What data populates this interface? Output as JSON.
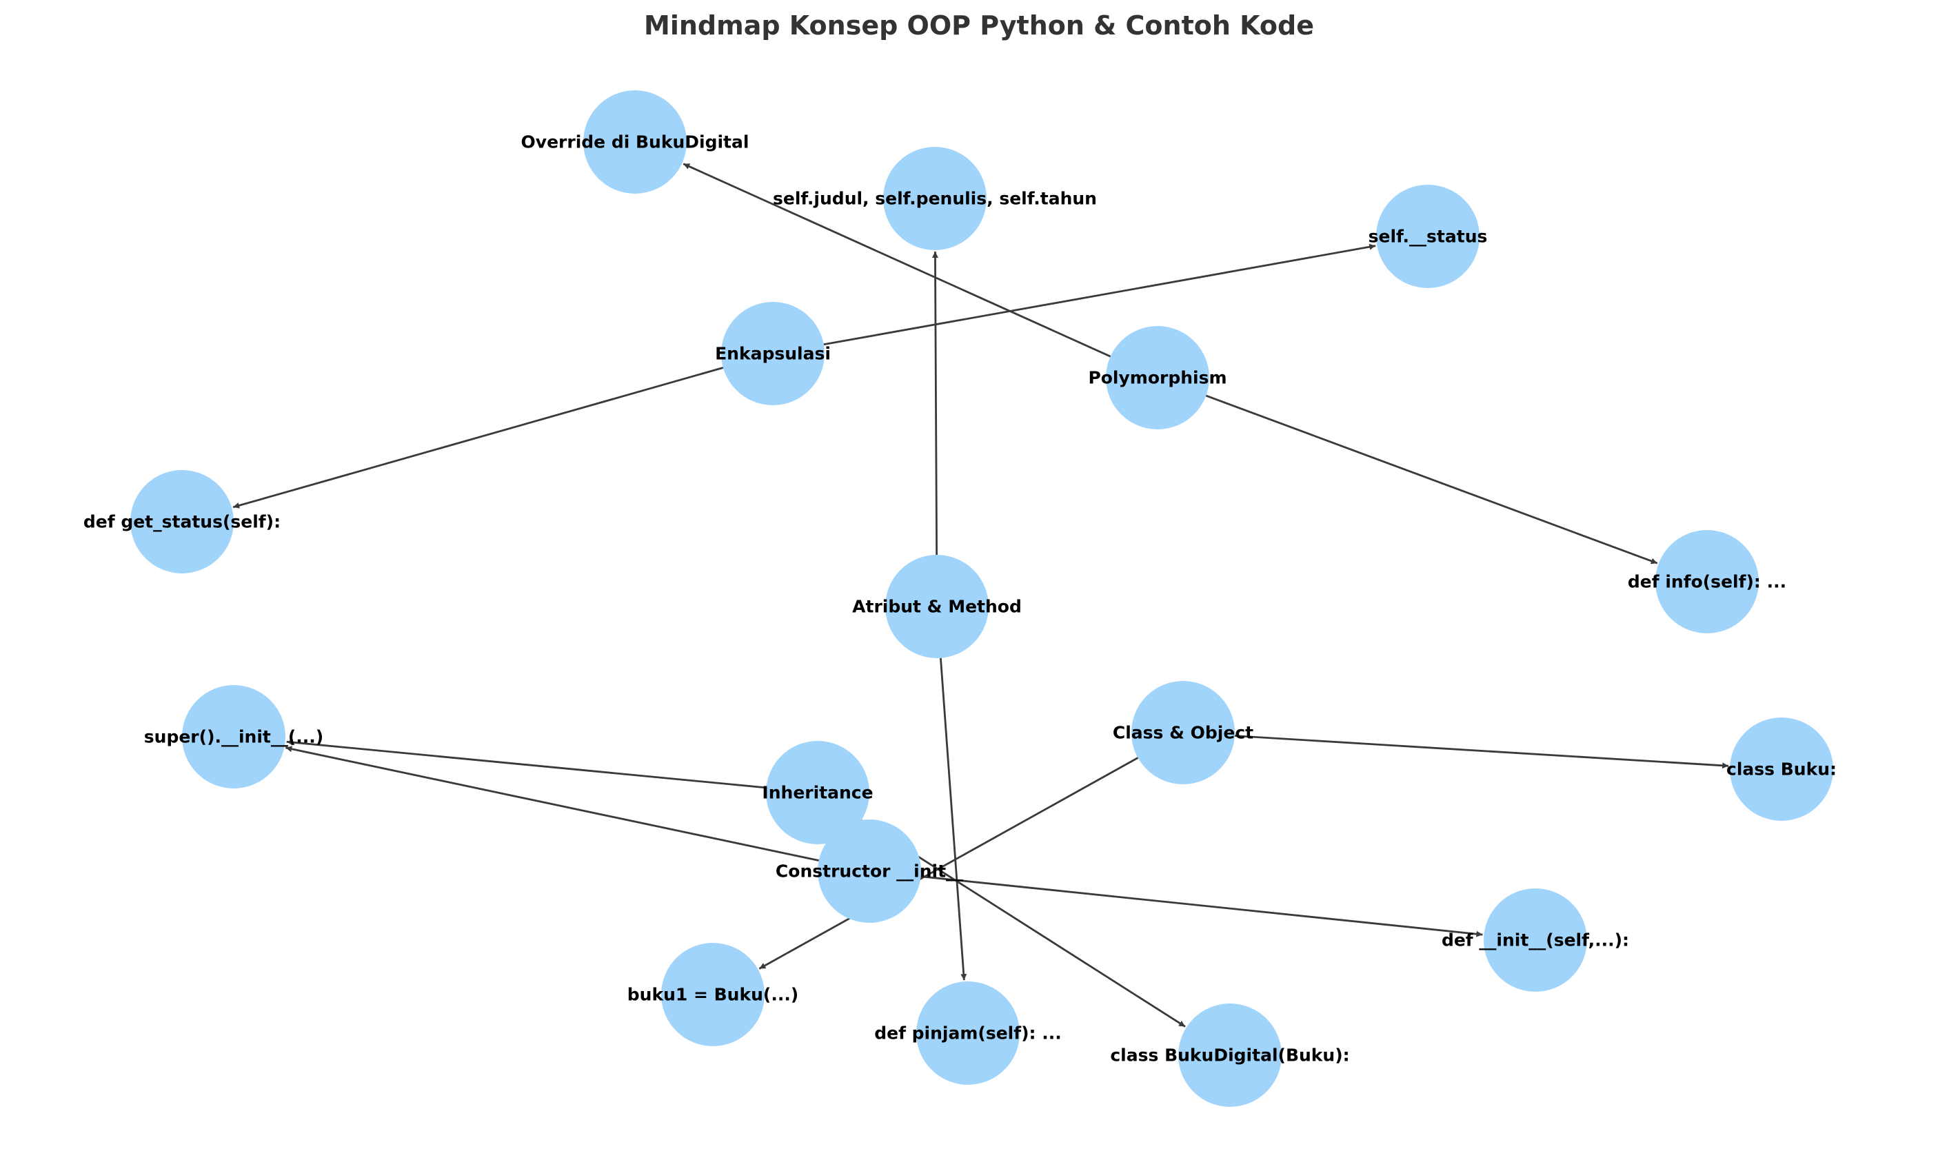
{
  "title": "Mindmap Konsep OOP Python & Contoh Kode",
  "colors": {
    "node": "#a1d4fb",
    "edge": "#3a3a3a",
    "title": "#333333",
    "label": "#000000"
  },
  "nodes": {
    "override": "Override di BukuDigital",
    "self_attrs": "self.judul, self.penulis, self.tahun",
    "self_status": "self.__status",
    "enkapsulasi": "Enkapsulasi",
    "polymorphism": "Polymorphism",
    "get_status": "def get_status(self):",
    "def_info": "def info(self): ...",
    "atribut_method": "Atribut & Method",
    "super_init": "super().__init__(...)",
    "class_object": "Class & Object",
    "class_buku": "class Buku:",
    "inheritance": "Inheritance",
    "constructor": "Constructor __init__",
    "def_init": "def __init__(self,...):",
    "buku1": "buku1 = Buku(...)",
    "def_pinjam": "def pinjam(self): ...",
    "class_buku_digital": "class BukuDigital(Buku):"
  },
  "edges": [
    [
      "polymorphism",
      "override"
    ],
    [
      "polymorphism",
      "def_info"
    ],
    [
      "enkapsulasi",
      "self_status"
    ],
    [
      "enkapsulasi",
      "get_status"
    ],
    [
      "atribut_method",
      "self_attrs"
    ],
    [
      "atribut_method",
      "def_pinjam"
    ],
    [
      "class_object",
      "class_buku"
    ],
    [
      "class_object",
      "buku1"
    ],
    [
      "inheritance",
      "super_init"
    ],
    [
      "inheritance",
      "class_buku_digital"
    ],
    [
      "constructor",
      "def_init"
    ],
    [
      "constructor",
      "super_init"
    ]
  ]
}
